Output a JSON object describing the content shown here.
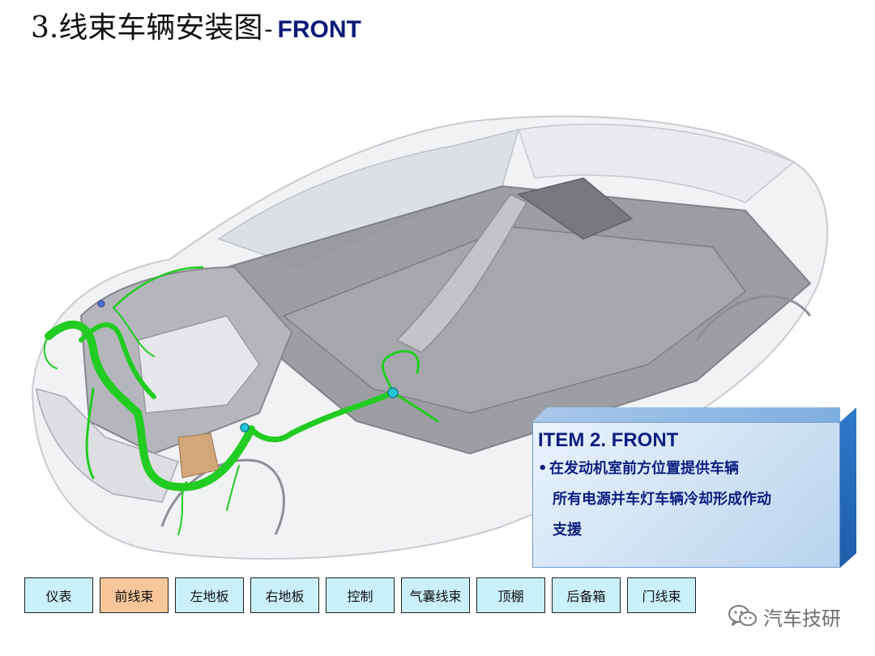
{
  "header": {
    "title_main": "3.线束车辆安装图",
    "title_dash": "-",
    "title_tag": "FRONT"
  },
  "info_box": {
    "heading": "ITEM 2.  FRONT",
    "bullet": "•",
    "lines": [
      "在发动机室前方位置提供车辆",
      "所有电源并车灯车辆冷却形成作动",
      "支援"
    ]
  },
  "nav": {
    "buttons": [
      {
        "label": "仪表"
      },
      {
        "label": "前线束"
      },
      {
        "label": "左地板"
      },
      {
        "label": "右地板"
      },
      {
        "label": "控制"
      },
      {
        "label": "气囊线束"
      },
      {
        "label": "顶棚"
      },
      {
        "label": "后备箱"
      },
      {
        "label": "门线束"
      }
    ],
    "active_index": 1
  },
  "watermark": {
    "text": "汽车技研",
    "icon": "wechat-icon"
  },
  "colors": {
    "harness": "#22cc22",
    "title_tag": "#0a1a78",
    "info_text": "#0d1f80",
    "nav_bg": "#c9f0fb",
    "nav_active_bg": "#f7c79a"
  }
}
